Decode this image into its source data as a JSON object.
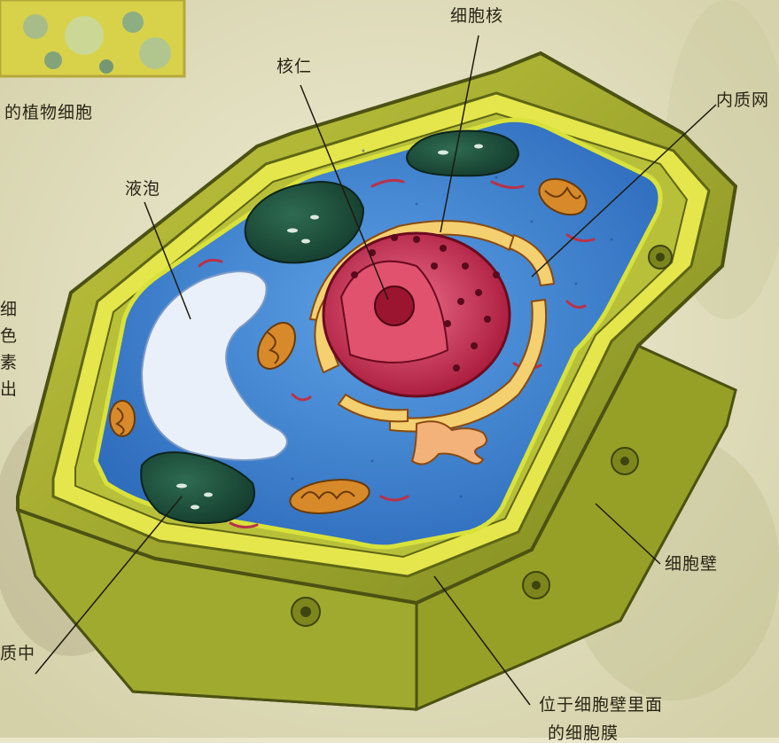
{
  "labels": {
    "nucleus": "细胞核",
    "nucleolus": "核仁",
    "er": "内质网",
    "vacuole": "液泡",
    "cell_wall": "细胞壁",
    "membrane_line1": "位于细胞壁里面",
    "membrane_line2": "的细胞膜",
    "plant_cell_caption": "的植物细胞",
    "cytoplasm_fragment": "质中",
    "left_column_fragment": [
      "细",
      "色",
      "素",
      "出"
    ]
  },
  "colors": {
    "cell_wall": "#b4b935",
    "wall_highlight": "#e9ec55",
    "cytoplasm": "#3f84d2",
    "nucleus": "#cc2a4c",
    "chloroplast": "#1c4c3a",
    "mitochondria": "#d88a2a",
    "vacuole": "#e8eef8",
    "golgi": "#f2b27a"
  }
}
